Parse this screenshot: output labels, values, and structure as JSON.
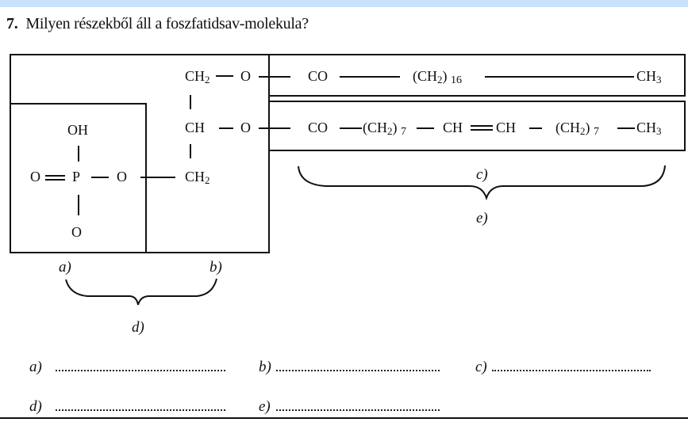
{
  "header": {
    "accent_color": "#c9e2fb"
  },
  "question": {
    "number": "7.",
    "text": "Milyen részekből áll a foszfatidsav-molekula?"
  },
  "diagram": {
    "phosphate": {
      "oh": "OH",
      "o_double": "O",
      "p": "P",
      "o_bridge": "O",
      "o_bottom": "O"
    },
    "glycerol": {
      "ch2_top": "CH",
      "ch2_top_sub": "2",
      "o1": "O",
      "ch": "CH",
      "o2": "O",
      "ch2_bottom": "CH",
      "ch2_bottom_sub": "2"
    },
    "fatty_acid_1": {
      "co": "CO",
      "chain": "(CH",
      "chain_sub": "2",
      "chain_close": ")",
      "count": "16",
      "end": "CH",
      "end_sub": "3"
    },
    "fatty_acid_2": {
      "co": "CO",
      "chain1": "(CH",
      "chain1_sub": "2",
      "chain1_close": ")",
      "count1": "7",
      "ch_a": "CH",
      "ch_b": "CH",
      "chain2": "(CH",
      "chain2_sub": "2",
      "chain2_close": ")",
      "count2": "7",
      "end": "CH",
      "end_sub": "3"
    },
    "labels": {
      "a": "a)",
      "b": "b)",
      "c": "c)",
      "d": "d)",
      "e": "e)"
    }
  },
  "answers": [
    {
      "label": "a)",
      "value": ""
    },
    {
      "label": "b)",
      "value": ""
    },
    {
      "label": "c)",
      "value": ""
    },
    {
      "label": "d)",
      "value": ""
    },
    {
      "label": "e)",
      "value": ""
    }
  ]
}
